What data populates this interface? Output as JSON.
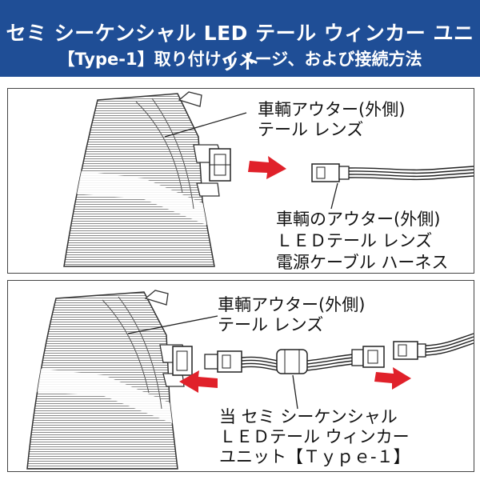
{
  "header": {
    "title_line1": "セミ シーケンシャル LED テール ウィンカー ユニット",
    "title_line2": "【Type-1】取り付けイメージ、および接続方法"
  },
  "colors": {
    "header_bg": "#1f4e96",
    "arrow": "#e0212a"
  },
  "panel_top": {
    "label_lens": [
      "車輌アウター(外側)",
      "テール レンズ"
    ],
    "label_harness": [
      "車輌のアウター(外側)",
      "ＬＥＤテール レンズ",
      "電源ケーブル ハーネス"
    ]
  },
  "panel_bottom": {
    "label_lens": [
      "車輌アウター(外側)",
      "テール レンズ"
    ],
    "label_unit": [
      "当 セミ シーケンシャル",
      "ＬＥＤテール ウィンカー",
      "ユニット【Ｔｙｐｅ-１】"
    ]
  }
}
